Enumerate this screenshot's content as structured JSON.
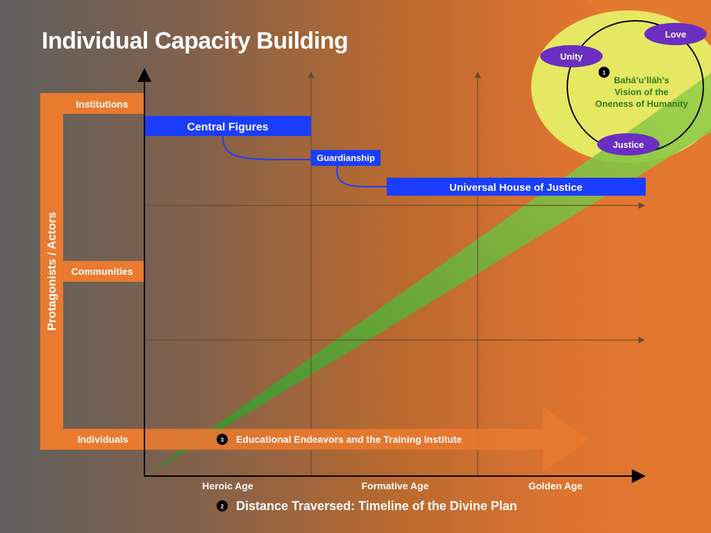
{
  "title": "Individual Capacity Building",
  "y_axis": {
    "label": "Protagonists / Actors",
    "levels": [
      "Institutions",
      "Communities",
      "Individuals"
    ]
  },
  "x_axis": {
    "label": "Distance Traversed: Timeline of the Divine Plan",
    "label_marker": "2",
    "ages": [
      "Heroic Age",
      "Formative Age",
      "Golden Age"
    ]
  },
  "institutions": {
    "central_figures": "Central Figures",
    "guardianship": "Guardianship",
    "universal_house": "Universal House of Justice"
  },
  "vision": {
    "marker": "1",
    "line1": "Bahá’u’lláh’s",
    "line2": "Vision of the",
    "line3": "Oneness of Humanity",
    "nodes": [
      "Unity",
      "Love",
      "Justice"
    ]
  },
  "education": {
    "marker": "3",
    "label": "Educational Endeavors and the Training Institute"
  },
  "colors": {
    "orange": "#ea7a2e",
    "blue": "#1b3dff",
    "purple": "#6a2fc0",
    "green_beam": "#7fcf3f",
    "yellow": "#e6e863"
  }
}
